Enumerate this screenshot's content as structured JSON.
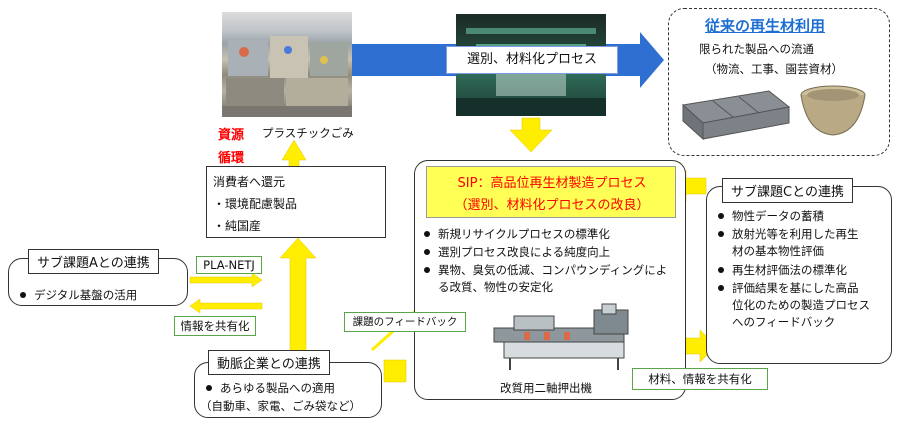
{
  "photos": {
    "plastic_waste_caption": "プラスチックごみ",
    "resource_cycle": [
      "資源",
      "循環"
    ]
  },
  "top_arrow_label": "選別、材料化プロセス",
  "conventional": {
    "title": "従来の再生材利用",
    "line1": "限られた製品への流通",
    "line2": "（物流、工事、園芸資材）"
  },
  "sip": {
    "title_line1": "SIP：高品位再生材製造プロセス",
    "title_line2": "（選別、材料化プロセスの改良）",
    "bullets": [
      "新規リサイクルプロセスの標準化",
      "選別プロセス改良による純度向上",
      "異物、臭気の低減、コンパウンディングによ",
      "る改質、物性の安定化"
    ],
    "machine_caption": "改質用二軸押出機"
  },
  "consumer": {
    "line1": "消費者へ還元",
    "line2": "・環境配慮製品",
    "line3": "・純国産"
  },
  "subA": {
    "title": "サブ課題Aとの連携",
    "bullet": "デジタル基盤の活用"
  },
  "subC": {
    "title": "サブ課題Cとの連携",
    "bullets": [
      [
        "物性データの蓄積"
      ],
      [
        "放射光等を利用した再生",
        "材の基本物性評価"
      ],
      [
        "再生材評価法の標準化"
      ],
      [
        "評価結果を基にした高品",
        "位化のための製造プロセス",
        "へのフィードバック"
      ]
    ]
  },
  "arterial": {
    "title": "動脈企業との連携",
    "line1": "あらゆる製品への適用",
    "line2": "（自動車、家電、ごみ袋など）"
  },
  "labels": {
    "pla_netj": "PLA-NETJ",
    "share_info": "情報を共有化",
    "feedback": "課題のフィードバック",
    "share_materials": "材料、情報を共有化"
  },
  "colors": {
    "yellow_arrow": "#ffee00",
    "blue_arrow": "#2f6fd1",
    "sip_red": "#ff0000",
    "sip_fill": "#ffff55",
    "label_green": "#5aa54a",
    "title_blue": "#1f6fd1"
  }
}
